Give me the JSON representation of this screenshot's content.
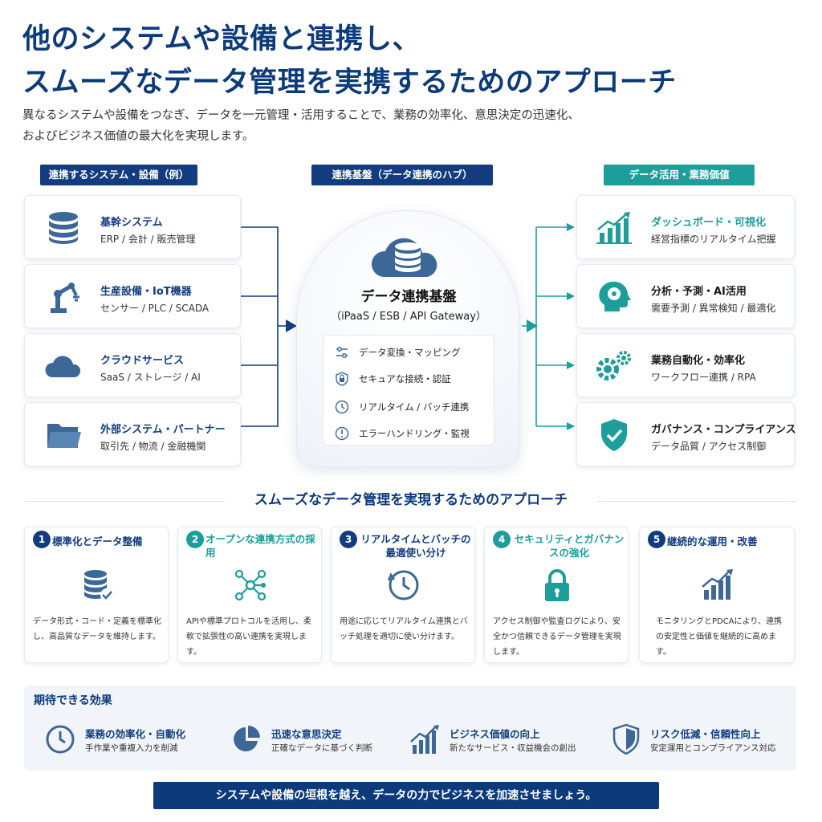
{
  "header": {
    "title_line1": "他のシステムや設備と連携し、",
    "title_line2": "スムーズなデータ管理を実携するためのアプローチ",
    "desc_line1": "異なるシステムや設備をつなぎ、データを一元管理・活用することで、業務の効率化、意思決定の迅速化、",
    "desc_line2": "およびビジネス価値の最大化を実現します。"
  },
  "columns": {
    "left_label": "連携するシステム・設備（例）",
    "mid_label": "連携基盤（データ連携のハブ）",
    "right_label": "データ活用・業務価値"
  },
  "systems": [
    {
      "title": "基幹システム",
      "sub": "ERP / 会計 / 販売管理",
      "icon": "database-icon"
    },
    {
      "title": "生産設備・IoT機器",
      "sub": "センサー / PLC / SCADA",
      "icon": "robot-arm-icon"
    },
    {
      "title": "クラウドサービス",
      "sub": "SaaS / ストレージ / AI",
      "icon": "cloud-icon"
    },
    {
      "title": "外部システム・パートナー",
      "sub": "取引先 / 物流 / 金融機関",
      "icon": "folder-icon"
    }
  ],
  "hub": {
    "title": "データ連携基盤",
    "subtitle": "（iPaaS / ESB / API Gateway）",
    "items": [
      {
        "label": "データ変換・マッピング",
        "icon": "sliders-icon"
      },
      {
        "label": "セキュアな接続・認証",
        "icon": "shield-lock-icon"
      },
      {
        "label": "リアルタイム / バッチ連携",
        "icon": "clock-icon"
      },
      {
        "label": "エラーハンドリング・監視",
        "icon": "alert-icon"
      }
    ]
  },
  "values": [
    {
      "title": "ダッシュボード・可視化",
      "sub": "経営指標のリアルタイム把握",
      "icon": "bar-chart-icon"
    },
    {
      "title": "分析・予測・AI活用",
      "sub": "需要予測 / 異常検知 / 最適化",
      "icon": "ai-head-icon"
    },
    {
      "title": "業務自動化・効率化",
      "sub": "ワークフロー連携 / RPA",
      "icon": "gears-icon"
    },
    {
      "title": "ガバナンス・コンプライアンス",
      "sub": "データ品質 / アクセス制御",
      "icon": "shield-check-icon"
    }
  ],
  "approach": {
    "section_title": "スムーズなデータ管理を実現するためのアプローチ",
    "items": [
      {
        "num": "1",
        "title": "標準化とデータ整備",
        "desc": "データ形式・コード・定義を標準化し、高品質なデータを維持します。",
        "icon": "database-check-icon"
      },
      {
        "num": "2",
        "title": "オープンな連携方式の採　　用",
        "desc": "APIや標準プロトコルを活用し、柔軟で拡張性の高い連携を実現します。",
        "icon": "network-icon"
      },
      {
        "num": "3",
        "title": "リアルタイムとバッチの最適使い分け",
        "desc": "用途に応じてリアルタイム連携とバッチ処理を適切に使い分けます。",
        "icon": "clock-icon"
      },
      {
        "num": "4",
        "title": "セキュリティとガバナンスの強化",
        "desc": "アクセス制御や監査ログにより、安全かつ信頼できるデータ管理を実現します。",
        "icon": "lock-icon"
      },
      {
        "num": "5",
        "title": "継続的な運用・改善",
        "desc": "モニタリングとPDCAにより、連携の安定性と価値を継続的に高めます。",
        "icon": "growth-chart-icon"
      }
    ]
  },
  "effects": {
    "title": "期待できる効果",
    "items": [
      {
        "title": "業務の効率化・自動化",
        "sub": "手作業や重複入力を削減",
        "icon": "clock-icon"
      },
      {
        "title": "迅速な意思決定",
        "sub": "正確なデータに基づく判断",
        "icon": "pie-chart-icon"
      },
      {
        "title": "ビジネス価値の向上",
        "sub": "新たなサービス・収益機会の創出",
        "icon": "growth-chart-icon"
      },
      {
        "title": "リスク低減・信頼性向上",
        "sub": "安定運用とコンプライアンス対応",
        "icon": "shield-check-icon"
      }
    ]
  },
  "footer": {
    "text": "システムや設備の垣根を越え、データの力でビジネスを加速させましょう。"
  },
  "colors": {
    "navy": "#123c7e",
    "teal": "#1e9e9a",
    "icon_blue": "#3d6797"
  }
}
